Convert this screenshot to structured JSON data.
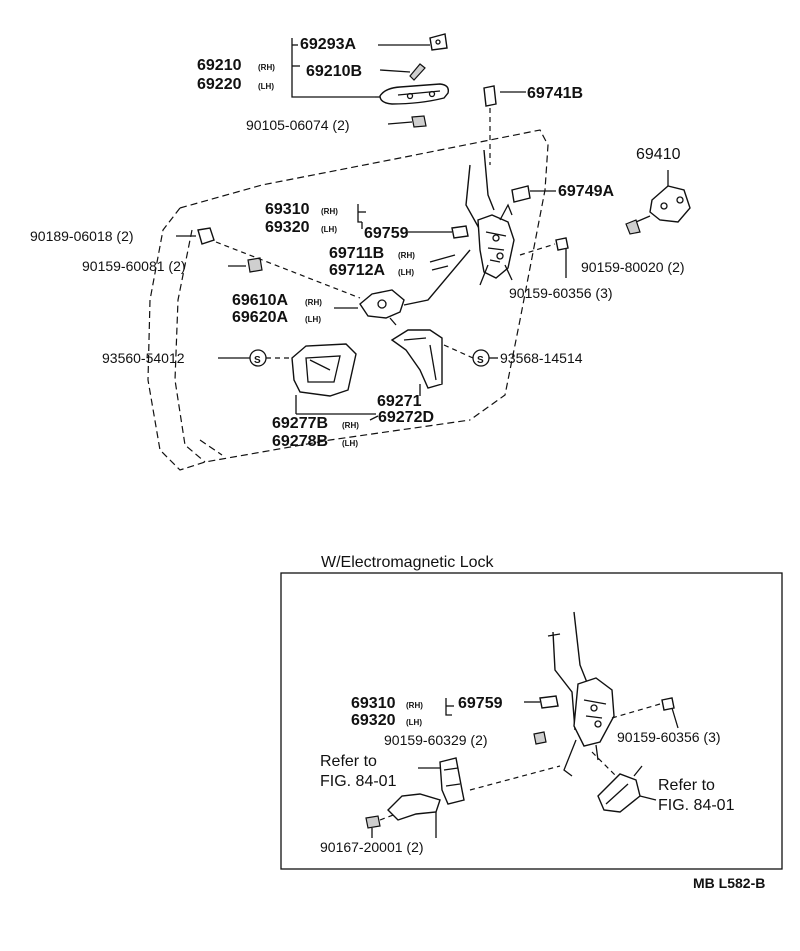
{
  "labels": {
    "p69293A": "69293A",
    "p69210": "69210",
    "p69220": "69220",
    "p69210B": "69210B",
    "p69741B": "69741B",
    "p90105": "90105-06074 (2)",
    "p69410": "69410",
    "p69749A": "69749A",
    "p69310": "69310",
    "p69320": "69320",
    "p69759": "69759",
    "p90189": "90189-06018 (2)",
    "p90159_60081": "90159-60081 (2)",
    "p69711B": "69711B",
    "p69712A": "69712A",
    "p90159_80020": "90159-80020 (2)",
    "p90159_60356": "90159-60356 (3)",
    "p69610A": "69610A",
    "p69620A": "69620A",
    "p93560": "93560-54012",
    "p93568": "93568-14514",
    "p69271": "69271",
    "p69277B": "69277B",
    "p69272D": "69272D",
    "p69278B": "69278B",
    "s1": "S",
    "s2": "S"
  },
  "sides": {
    "rh": "(RH)",
    "lh": "(LH)"
  },
  "inset": {
    "title": "W/Electromagnetic Lock",
    "p69310": "69310",
    "p69320": "69320",
    "p69759": "69759",
    "p90159_60329": "90159-60329 (2)",
    "p90159_60356": "90159-60356 (3)",
    "refer1_line1": "Refer to",
    "refer1_line2": "FIG. 84-01",
    "refer2_line1": "Refer to",
    "refer2_line2": "FIG. 84-01",
    "p90167": "90167-20001 (2)"
  },
  "code": "MB L582-B"
}
